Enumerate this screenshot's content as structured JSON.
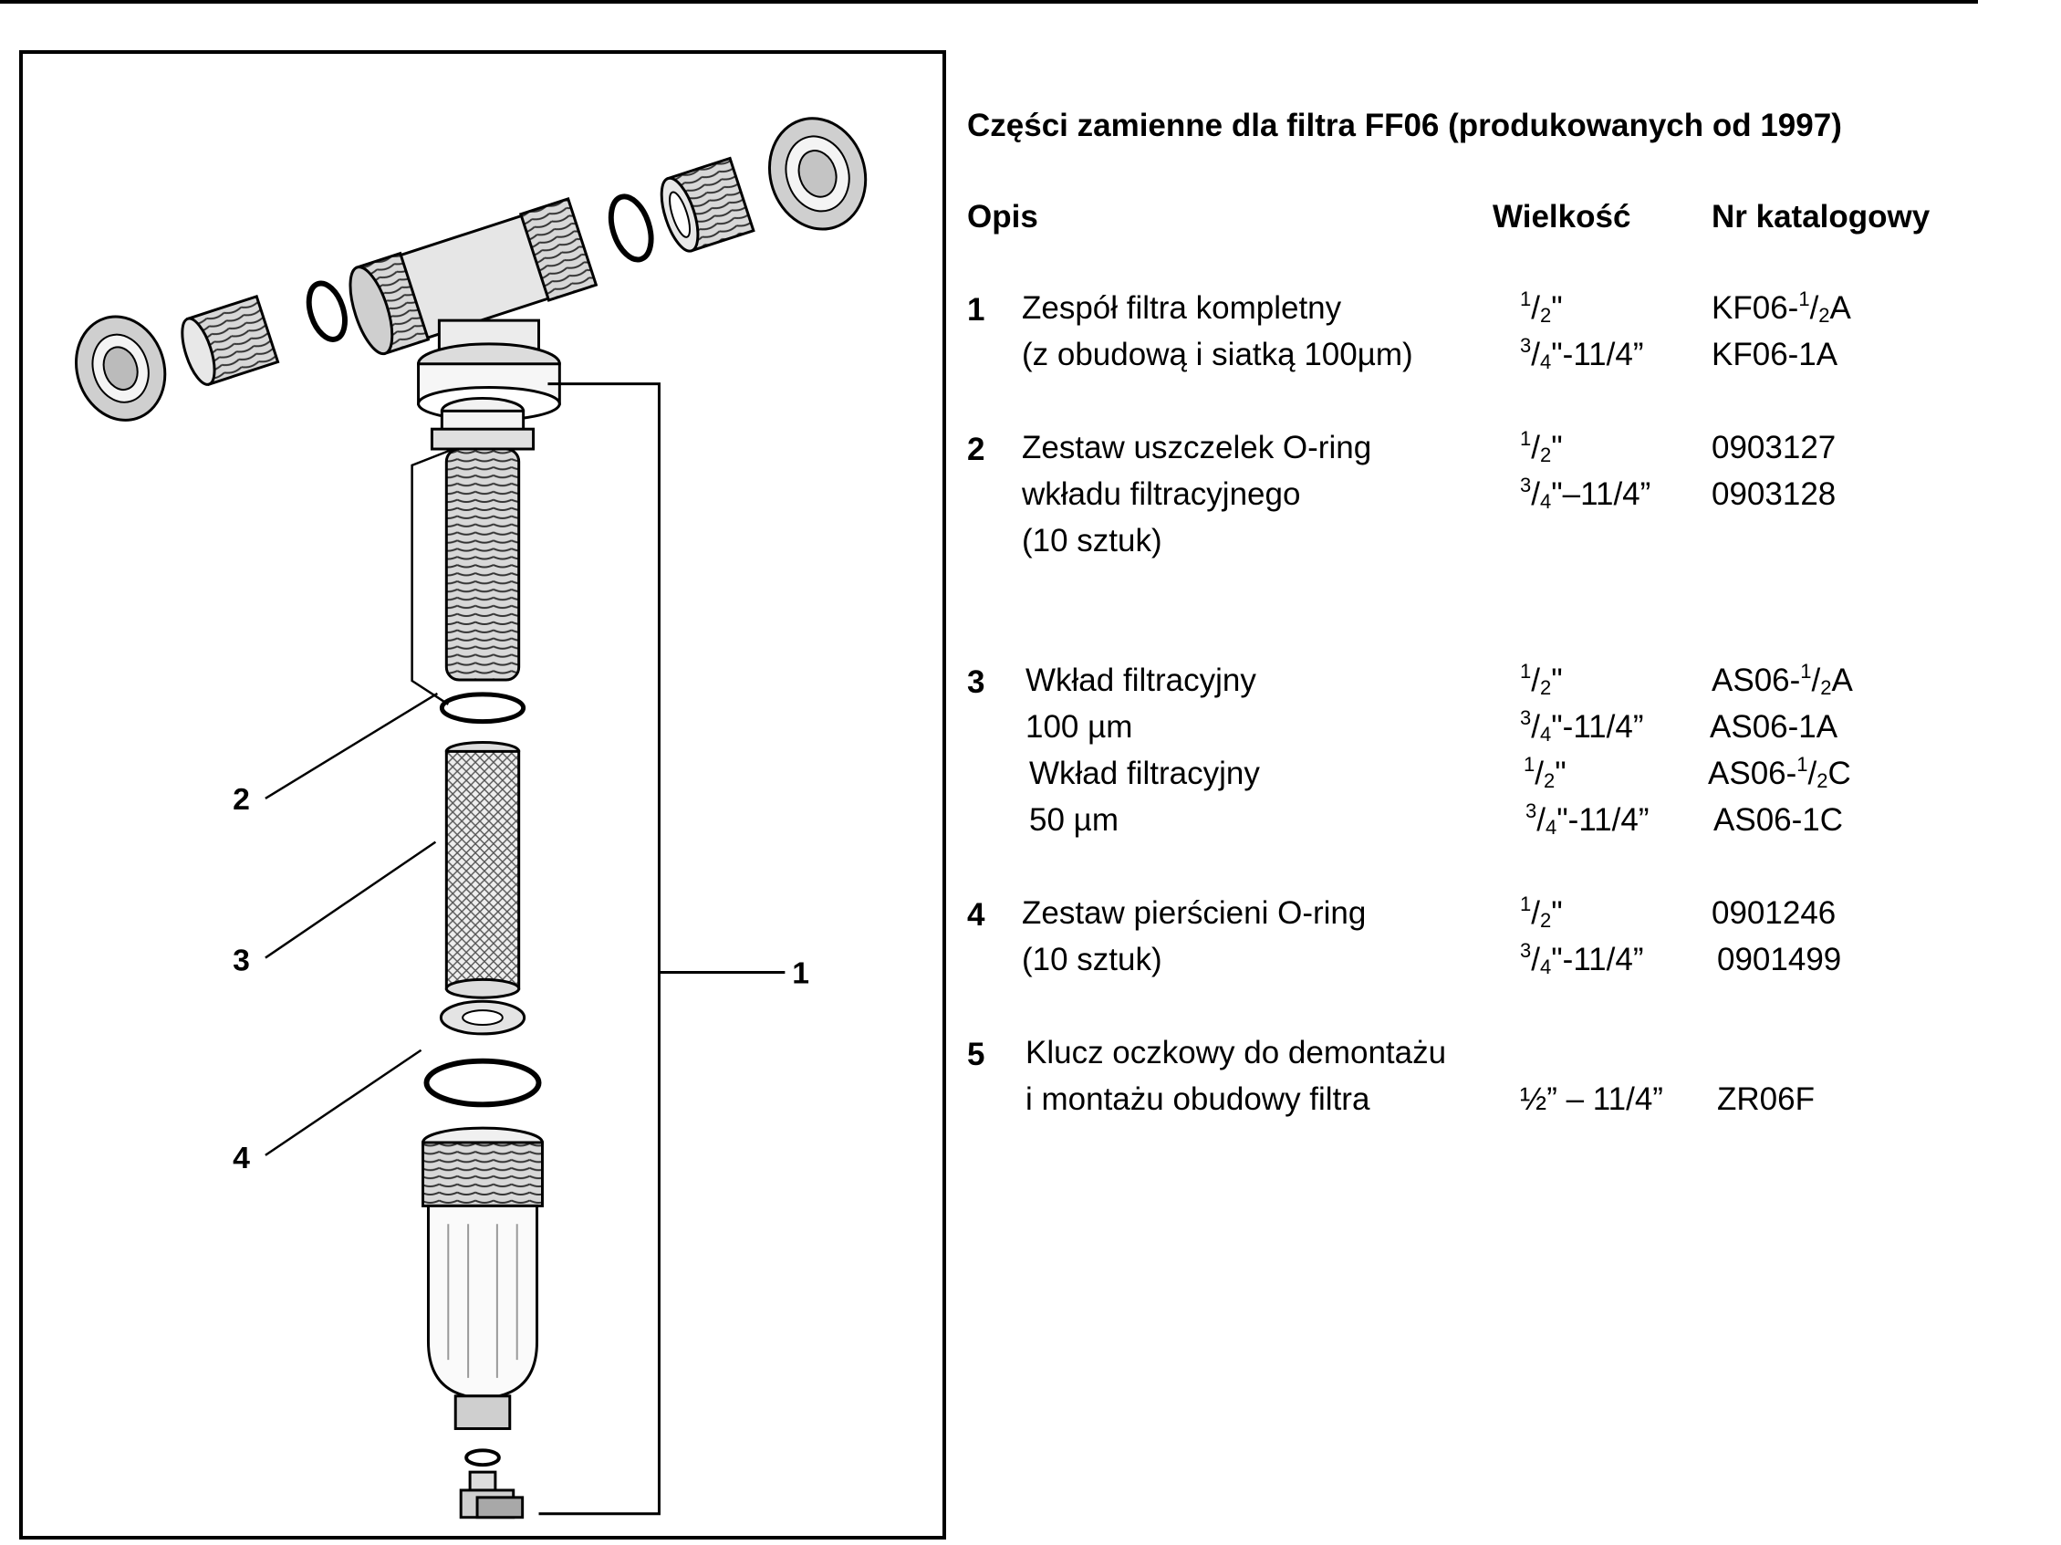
{
  "title": "Części zamienne dla filtra FF06 (produkowanych od 1997)",
  "headers": {
    "opis": "Opis",
    "wielkosc": "Wielkość",
    "nr": "Nr katalogowy"
  },
  "callouts": [
    "1",
    "2",
    "3",
    "4"
  ],
  "items": [
    {
      "num": "1",
      "desc": [
        "Zespół filtra kompletny",
        "(z obudową i siatką 100µm)"
      ],
      "sizes": [
        {
          "sup": "1",
          "sub": "2",
          "tail": "\""
        },
        {
          "sup": "3",
          "sub": "4",
          "tail": "\"-11/4”"
        }
      ],
      "catalog": [
        {
          "pre": "KF06-",
          "sup": "1",
          "sub": "2",
          "post": "A"
        },
        {
          "pre": "KF06-1A"
        }
      ]
    },
    {
      "num": "2",
      "desc": [
        "Zestaw uszczelek O-ring",
        "wkładu filtracyjnego",
        "(10 sztuk)"
      ],
      "sizes": [
        {
          "sup": "1",
          "sub": "2",
          "tail": "\""
        },
        {
          "sup": "3",
          "sub": "4",
          "tail": "\"–11/4”"
        }
      ],
      "catalog": [
        {
          "pre": "0903127"
        },
        {
          "pre": "0903128"
        }
      ]
    },
    {
      "num": "3",
      "desc": [
        "Wkład filtracyjny",
        "100 µm",
        "Wkład filtracyjny",
        "50 µm"
      ],
      "sizes": [
        {
          "sup": "1",
          "sub": "2",
          "tail": "\""
        },
        {
          "sup": "3",
          "sub": "4",
          "tail": "\"-11/4”"
        },
        {
          "sup": "1",
          "sub": "2",
          "tail": "\""
        },
        {
          "sup": "3",
          "sub": "4",
          "tail": "\"-11/4”"
        }
      ],
      "catalog": [
        {
          "pre": "AS06-",
          "sup": "1",
          "sub": "2",
          "post": "A"
        },
        {
          "pre": "AS06-1A"
        },
        {
          "pre": "AS06-",
          "sup": "1",
          "sub": "2",
          "post": "C"
        },
        {
          "pre": "AS06-1C"
        }
      ]
    },
    {
      "num": "4",
      "desc": [
        "Zestaw pierścieni O-ring",
        "(10 sztuk)"
      ],
      "sizes": [
        {
          "sup": "1",
          "sub": "2",
          "tail": "\""
        },
        {
          "sup": "3",
          "sub": "4",
          "tail": "\"-11/4”"
        }
      ],
      "catalog": [
        {
          "pre": "0901246"
        },
        {
          "pre": "0901499"
        }
      ]
    },
    {
      "num": "5",
      "desc": [
        "Klucz oczkowy do demontażu",
        "i montażu obudowy filtra"
      ],
      "sizes": [
        {
          "text": "½” – 11/4”"
        }
      ],
      "catalog": [
        {
          "pre": "ZR06F"
        }
      ]
    }
  ]
}
